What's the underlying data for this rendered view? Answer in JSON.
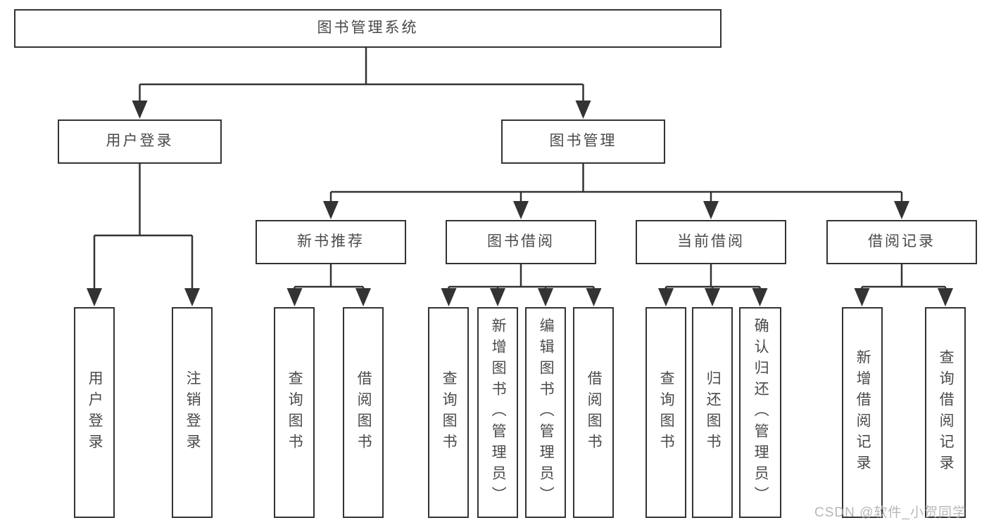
{
  "diagram": {
    "colors": {
      "line": "#333333",
      "box_border": "#333333",
      "text": "#4a4a4a",
      "background": "#ffffff",
      "watermark": "#ababab"
    },
    "root": {
      "label": "图书管理系统",
      "children": [
        {
          "label": "用户登录",
          "children": [
            {
              "label": "用户登录"
            },
            {
              "label": "注销登录"
            }
          ]
        },
        {
          "label": "图书管理",
          "children": [
            {
              "label": "新书推荐",
              "children": [
                {
                  "label": "查询图书"
                },
                {
                  "label": "借阅图书"
                }
              ]
            },
            {
              "label": "图书借阅",
              "children": [
                {
                  "label": "查询图书"
                },
                {
                  "label": "新增图书（管理员）"
                },
                {
                  "label": "编辑图书（管理员）"
                },
                {
                  "label": "借阅图书"
                }
              ]
            },
            {
              "label": "当前借阅",
              "children": [
                {
                  "label": "查询图书"
                },
                {
                  "label": "归还图书"
                },
                {
                  "label": "确认归还（管理员）"
                }
              ]
            },
            {
              "label": "借阅记录",
              "children": [
                {
                  "label": "新增借阅记录"
                },
                {
                  "label": "查询借阅记录"
                }
              ]
            }
          ]
        }
      ]
    }
  },
  "watermark": {
    "text": "CSDN @软件_小贺同学"
  }
}
